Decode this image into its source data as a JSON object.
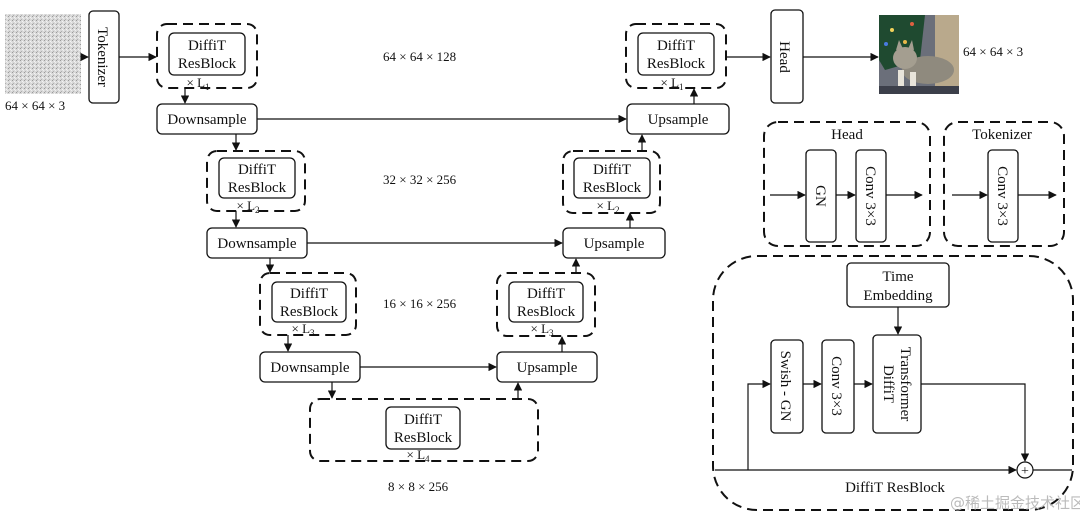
{
  "labels": {
    "input_dim": "64 × 64 × 3",
    "output_dim": "64 × 64 × 3",
    "tokenizer": "Tokenizer",
    "head": "Head",
    "diffit": "DiffiT",
    "resblock": "ResBlock",
    "downsample": "Downsample",
    "upsample": "Upsample",
    "L1": "× L",
    "sub1": "1",
    "sub2": "2",
    "sub3": "3",
    "sub4": "4",
    "stage1_dim": "64 × 64 × 128",
    "stage2_dim": "32 × 32 × 256",
    "stage3_dim": "16 × 16 × 256",
    "stage4_dim": "8 × 8 × 256",
    "head_title": "Head",
    "gn": "GN",
    "conv33": "Conv 3×3",
    "tokenizer_title": "Tokenizer",
    "time": "Time",
    "embedding": "Embedding",
    "swish_gn": "Swish - GN",
    "conv": "Conv 3×3",
    "diffit_t1": "DiffiT",
    "diffit_t2": "Transformer",
    "diffit_resblock_title": "DiffiT ResBlock",
    "plus": "+",
    "watermark": "@稀土掘金技术社区"
  }
}
